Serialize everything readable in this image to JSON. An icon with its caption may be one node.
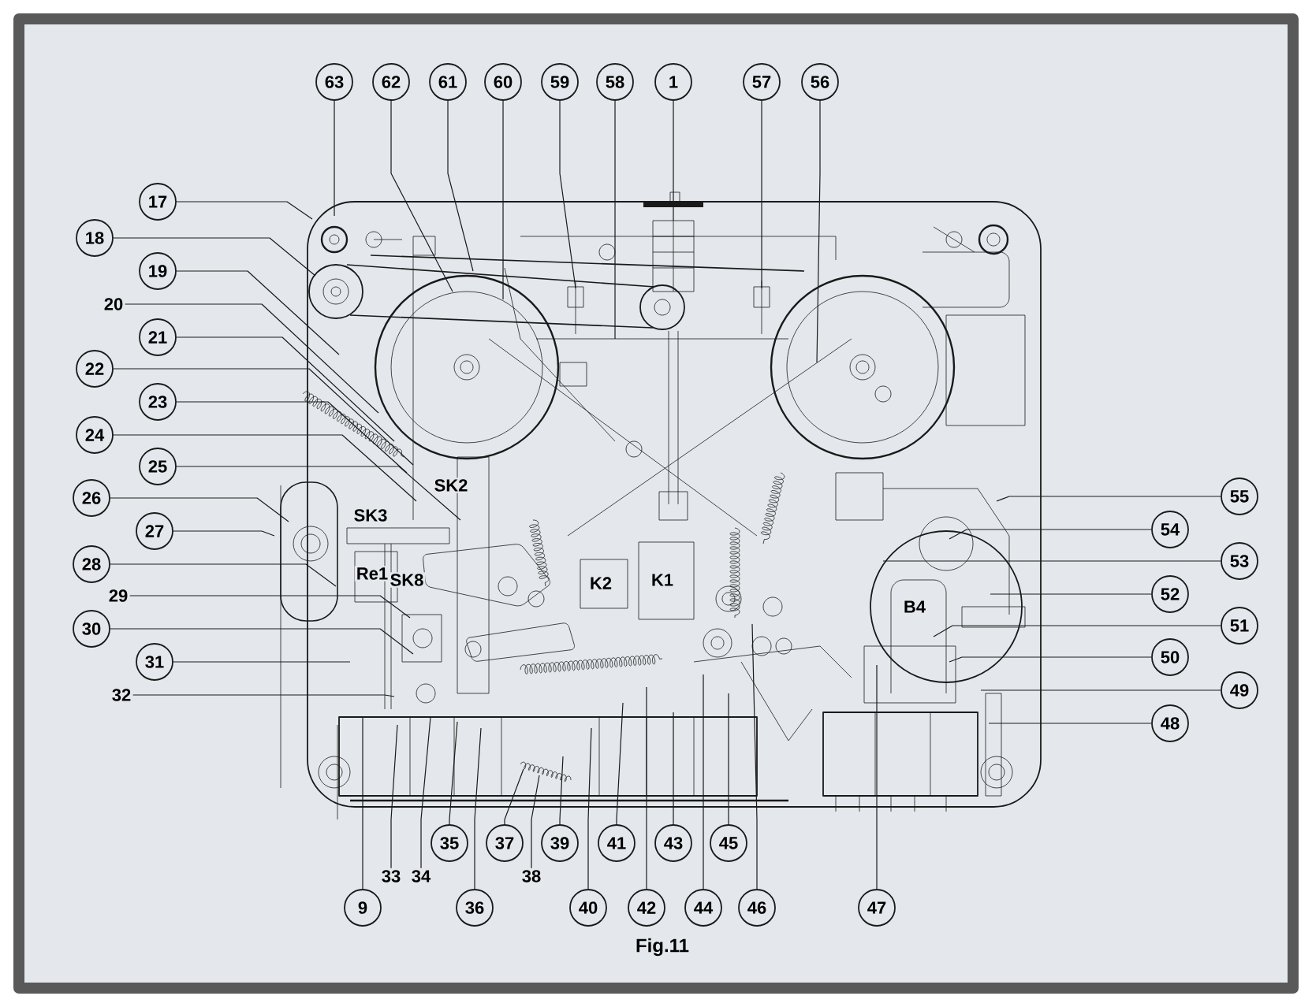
{
  "diagram": {
    "caption": "Fig.11",
    "nodes": [
      {
        "text": [
          "63"
        ]
      },
      {
        "text": [
          "62"
        ]
      },
      {
        "text": [
          "61"
        ]
      },
      {
        "text": [
          "60"
        ]
      },
      {
        "text": [
          "59"
        ]
      },
      {
        "text": [
          "58"
        ]
      },
      {
        "text": [
          "1"
        ]
      },
      {
        "text": [
          "57"
        ]
      },
      {
        "text": [
          "56"
        ]
      },
      {
        "text": [
          "17"
        ]
      },
      {
        "text": [
          "18"
        ]
      },
      {
        "text": [
          "19"
        ]
      },
      {
        "text": [
          "20"
        ]
      },
      {
        "text": [
          "21"
        ]
      },
      {
        "text": [
          "22"
        ]
      },
      {
        "text": [
          "23"
        ]
      },
      {
        "text": [
          "24"
        ]
      },
      {
        "text": [
          "25"
        ]
      },
      {
        "text": [
          "26"
        ]
      },
      {
        "text": [
          "27"
        ]
      },
      {
        "text": [
          "28"
        ]
      },
      {
        "text": [
          "29"
        ]
      },
      {
        "text": [
          "30"
        ]
      },
      {
        "text": [
          "31"
        ]
      },
      {
        "text": [
          "32"
        ]
      },
      {
        "text": [
          "55"
        ]
      },
      {
        "text": [
          "54"
        ]
      },
      {
        "text": [
          "53"
        ]
      },
      {
        "text": [
          "52"
        ]
      },
      {
        "text": [
          "51"
        ]
      },
      {
        "text": [
          "50"
        ]
      },
      {
        "text": [
          "49"
        ]
      },
      {
        "text": [
          "48"
        ]
      },
      {
        "text": [
          "35"
        ]
      },
      {
        "text": [
          "37"
        ]
      },
      {
        "text": [
          "39"
        ]
      },
      {
        "text": [
          "41"
        ]
      },
      {
        "text": [
          "43"
        ]
      },
      {
        "text": [
          "45"
        ]
      },
      {
        "text": [
          "33"
        ]
      },
      {
        "text": [
          "34"
        ]
      },
      {
        "text": [
          "38"
        ]
      },
      {
        "text": [
          "9"
        ]
      },
      {
        "text": [
          "36"
        ]
      },
      {
        "text": [
          "40"
        ]
      },
      {
        "text": [
          "42"
        ]
      },
      {
        "text": [
          "44"
        ]
      },
      {
        "text": [
          "46"
        ]
      },
      {
        "text": [
          "47"
        ]
      }
    ],
    "edges": [
      {
        "from": 0,
        "to": null,
        "arrow": "none"
      },
      {
        "from": 1,
        "to": null,
        "arrow": "none"
      },
      {
        "from": 2,
        "to": null,
        "arrow": "none"
      },
      {
        "from": 3,
        "to": null,
        "arrow": "none"
      },
      {
        "from": 4,
        "to": null,
        "arrow": "none"
      },
      {
        "from": 5,
        "to": null,
        "arrow": "none"
      },
      {
        "from": 6,
        "to": null,
        "arrow": "none"
      },
      {
        "from": 7,
        "to": null,
        "arrow": "none"
      },
      {
        "from": 8,
        "to": null,
        "arrow": "none"
      },
      {
        "from": 9,
        "to": null,
        "arrow": "none"
      },
      {
        "from": 10,
        "to": null,
        "arrow": "none"
      },
      {
        "from": 11,
        "to": null,
        "arrow": "none"
      },
      {
        "from": 12,
        "to": null,
        "arrow": "none"
      },
      {
        "from": 13,
        "to": null,
        "arrow": "none"
      },
      {
        "from": 14,
        "to": null,
        "arrow": "none"
      },
      {
        "from": 15,
        "to": null,
        "arrow": "none"
      },
      {
        "from": 16,
        "to": null,
        "arrow": "none"
      },
      {
        "from": 17,
        "to": null,
        "arrow": "none"
      },
      {
        "from": 18,
        "to": null,
        "arrow": "none"
      },
      {
        "from": 19,
        "to": null,
        "arrow": "none"
      },
      {
        "from": 20,
        "to": null,
        "arrow": "none"
      },
      {
        "from": 21,
        "to": null,
        "arrow": "none"
      },
      {
        "from": 22,
        "to": null,
        "arrow": "none"
      },
      {
        "from": 23,
        "to": null,
        "arrow": "none"
      },
      {
        "from": 24,
        "to": null,
        "arrow": "none"
      },
      {
        "from": 25,
        "to": null,
        "arrow": "none"
      },
      {
        "from": 26,
        "to": null,
        "arrow": "none"
      },
      {
        "from": 27,
        "to": null,
        "arrow": "none"
      },
      {
        "from": 28,
        "to": null,
        "arrow": "none"
      },
      {
        "from": 29,
        "to": null,
        "arrow": "none"
      },
      {
        "from": 30,
        "to": null,
        "arrow": "none"
      },
      {
        "from": 31,
        "to": null,
        "arrow": "none"
      },
      {
        "from": 32,
        "to": null,
        "arrow": "none"
      },
      {
        "from": 33,
        "to": null,
        "arrow": "none"
      },
      {
        "from": 34,
        "to": null,
        "arrow": "none"
      },
      {
        "from": 35,
        "to": null,
        "arrow": "none"
      },
      {
        "from": 36,
        "to": null,
        "arrow": "none"
      },
      {
        "from": 37,
        "to": null,
        "arrow": "none"
      },
      {
        "from": 38,
        "to": null,
        "arrow": "none"
      },
      {
        "from": 39,
        "to": null,
        "arrow": "none"
      },
      {
        "from": 40,
        "to": null,
        "arrow": "none"
      },
      {
        "from": 41,
        "to": null,
        "arrow": "none"
      },
      {
        "from": 42,
        "to": null,
        "arrow": "none"
      },
      {
        "from": 43,
        "to": null,
        "arrow": "none"
      },
      {
        "from": 44,
        "to": null,
        "arrow": "none"
      },
      {
        "from": 45,
        "to": null,
        "arrow": "none"
      },
      {
        "from": 46,
        "to": null,
        "arrow": "none"
      },
      {
        "from": 47,
        "to": null,
        "arrow": "none"
      },
      {
        "from": 48,
        "to": null,
        "arrow": "none"
      }
    ],
    "labels": [
      "SK2",
      "SK3",
      "Re1",
      "SK8",
      "K2",
      "K1",
      "B4"
    ]
  }
}
